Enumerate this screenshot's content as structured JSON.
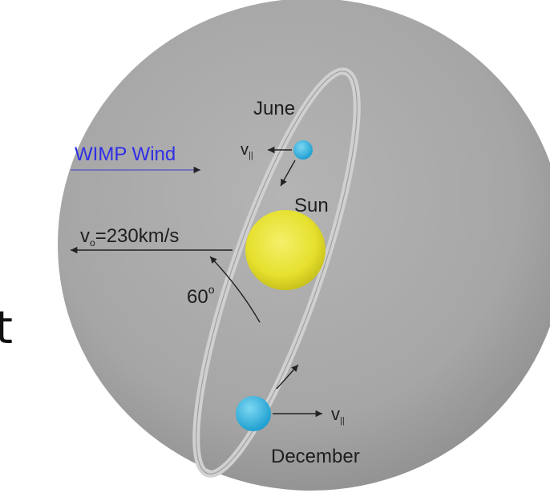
{
  "edge_glyph": "t",
  "labels": {
    "june": "June",
    "december": "December",
    "sun": "Sun",
    "wimp_wind": "WIMP Wind",
    "v_galactic": "v",
    "v_galactic_sub": "o",
    "v_galactic_value": "=230km/s",
    "angle": "60",
    "angle_unit": "o",
    "v_earth": "v",
    "v_earth_sub": "||"
  },
  "colors": {
    "background_sphere": "#a9a9a9",
    "sun": "#e6e02e",
    "earth": "#2fb5e3",
    "wimp_wind_text": "#2f2fe6",
    "arrow": "#222222",
    "text": "#1e1e1e"
  }
}
